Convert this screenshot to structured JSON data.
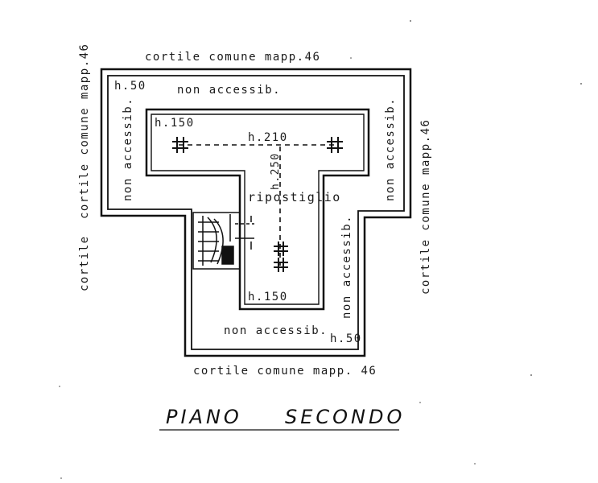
{
  "plan": {
    "title_word_1": "PIANO",
    "title_word_2": "SECONDO",
    "room_label": "ripostiglio",
    "courtyard_top": "cortile comune mapp.46",
    "courtyard_bottom": "cortile comune mapp. 46",
    "courtyard_left_a": "cortile comune mapp.46",
    "courtyard_left_b": "cortile",
    "courtyard_right": "cortile comune mapp.46",
    "non_accessible_top": "non accessib.",
    "non_accessible_left": "non accessib.",
    "non_accessible_right_upper": "non accessib.",
    "non_accessible_right_lower": "non accessib.",
    "non_accessible_bottom": "non accessib.",
    "height_top_left": "h.50",
    "height_bottom_right": "h.50",
    "height_inner_top": "h.150",
    "height_inner_bottom": "h.150",
    "height_ridge": "h.210",
    "height_ridge_vertical": "h.250"
  }
}
